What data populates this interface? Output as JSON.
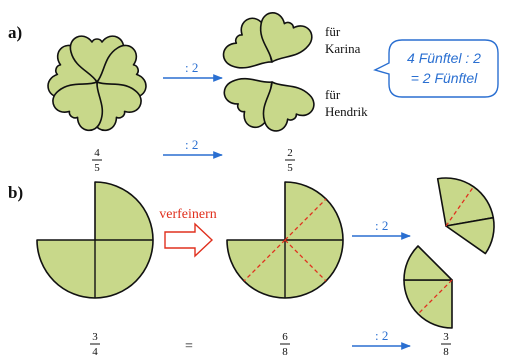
{
  "part_a": {
    "label": "a)",
    "op_top": ": 2",
    "op_bottom": ": 2",
    "for_top_line1": "für",
    "for_top_line2": "Karina",
    "for_bottom_line1": "für",
    "for_bottom_line2": "Hendrik",
    "bubble_line1": "4 Fünftel : 2",
    "bubble_line2": "= 2 Fünftel",
    "frac_left": {
      "num": "4",
      "den": "5"
    },
    "frac_right": {
      "num": "2",
      "den": "5"
    }
  },
  "part_b": {
    "label": "b)",
    "refine_label": "verfeinern",
    "op_top": ": 2",
    "op_bottom": ": 2",
    "frac_left": {
      "num": "3",
      "den": "4"
    },
    "equals": "=",
    "frac_mid": {
      "num": "6",
      "den": "8"
    },
    "frac_right": {
      "num": "3",
      "den": "8"
    }
  },
  "colors": {
    "fill": "#c8d88a",
    "arrow": "#2a6fd1",
    "refine": "#e0301e",
    "dash": "#e0301e"
  }
}
